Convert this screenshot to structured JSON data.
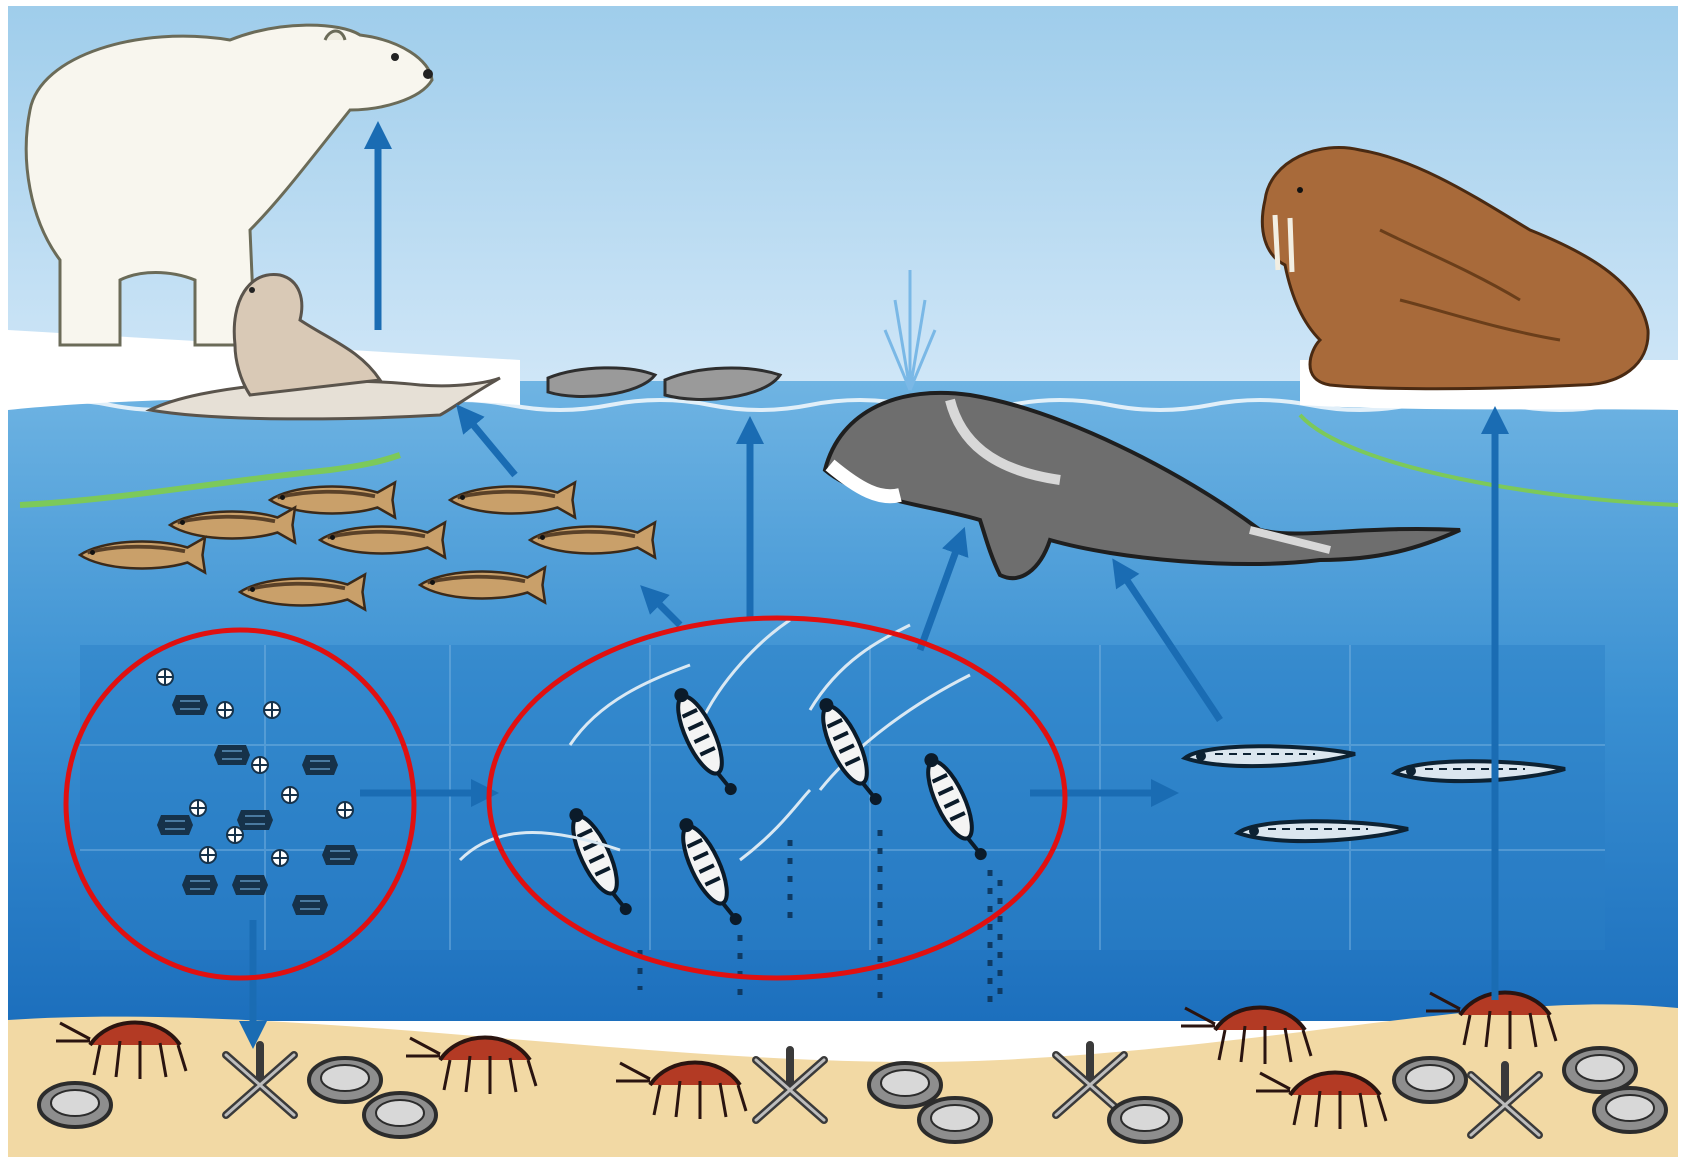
{
  "diagram": {
    "colors": {
      "sky_top": "#a9d3ee",
      "sky_bottom": "#cfe6f7",
      "water_top": "#5aa6dc",
      "water_bottom": "#1f76c2",
      "sea_floor": "#f2d9a4",
      "ice": "#ffffff",
      "arrow": "#1a6cb3",
      "highlight": "#e01010",
      "algae_line": "#7cc95a"
    },
    "organisms": [
      {
        "name": "polar-bear",
        "icon": "polar-bear-icon"
      },
      {
        "name": "seals-on-ice",
        "icon": "seal-icon"
      },
      {
        "name": "seals-swimming",
        "icon": "seal-icon"
      },
      {
        "name": "bowhead-whale",
        "icon": "whale-icon"
      },
      {
        "name": "walrus",
        "icon": "walrus-icon"
      },
      {
        "name": "arctic-cod-school",
        "icon": "fish-icon"
      },
      {
        "name": "phytoplankton",
        "icon": "phytoplankton-icon"
      },
      {
        "name": "zooplankton-copepods",
        "icon": "copepod-icon"
      },
      {
        "name": "larval-fish",
        "icon": "larval-fish-icon"
      },
      {
        "name": "benthic-amphipods",
        "icon": "amphipod-icon"
      },
      {
        "name": "brittle-stars",
        "icon": "brittle-star-icon"
      },
      {
        "name": "clams",
        "icon": "clam-icon"
      }
    ],
    "highlighted_groups": [
      "phytoplankton",
      "zooplankton-copepods"
    ]
  }
}
